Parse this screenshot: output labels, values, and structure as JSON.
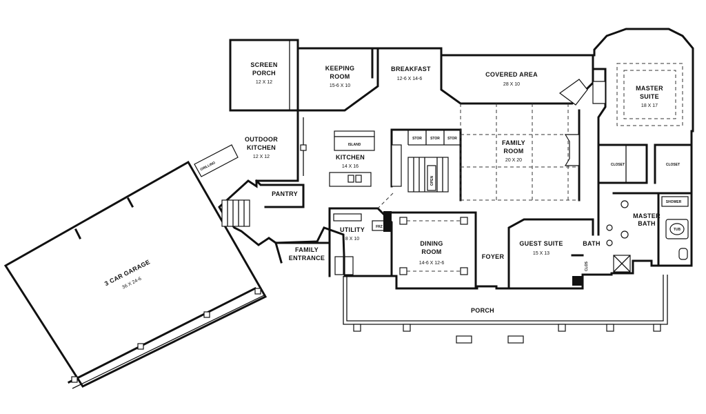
{
  "plan": {
    "rooms": {
      "screen_porch": {
        "name1": "SCREEN",
        "name2": "PORCH",
        "dim": "12 X 12"
      },
      "keeping_room": {
        "name1": "KEEPING",
        "name2": "ROOM",
        "dim": "15-6 X 10"
      },
      "breakfast": {
        "name": "BREAKFAST",
        "dim": "12-6 X 14-6"
      },
      "covered_area": {
        "name": "COVERED AREA",
        "dim": "28 X 10"
      },
      "master_suite": {
        "name1": "MASTER",
        "name2": "SUITE",
        "dim": "18 X 17"
      },
      "outdoor_kitchen": {
        "name1": "OUTDOOR",
        "name2": "KITCHEN",
        "dim": "12 X 12"
      },
      "kitchen": {
        "name": "KITCHEN",
        "dim": "14 X 16"
      },
      "family_room": {
        "name1": "FAMILY",
        "name2": "ROOM",
        "dim": "20 X 20"
      },
      "pantry": {
        "name": "PANTRY"
      },
      "utility": {
        "name": "UTILITY",
        "dim": "8 X 10"
      },
      "family_entrance": {
        "name1": "FAMILY",
        "name2": "ENTRANCE"
      },
      "dining_room": {
        "name1": "DINING",
        "name2": "ROOM",
        "dim": "14-6 X 12-6"
      },
      "foyer": {
        "name": "FOYER"
      },
      "guest_suite": {
        "name": "GUEST SUITE",
        "dim": "15 X 13"
      },
      "master_bath": {
        "name1": "MASTER",
        "name2": "BATH"
      },
      "bath": {
        "name": "BATH"
      },
      "porch": {
        "name": "PORCH"
      },
      "garage": {
        "name": "3 CAR GARAGE",
        "dim": "36 X 24-6"
      }
    },
    "labels": {
      "closet": "CLOSET",
      "stor": "STOR",
      "island": "ISLAND",
      "grilling": "GRILLING",
      "frz": "FRZ",
      "shower": "SHOWER",
      "tub": "TUB",
      "open": "OPEN",
      "clos": "CLOS"
    }
  }
}
